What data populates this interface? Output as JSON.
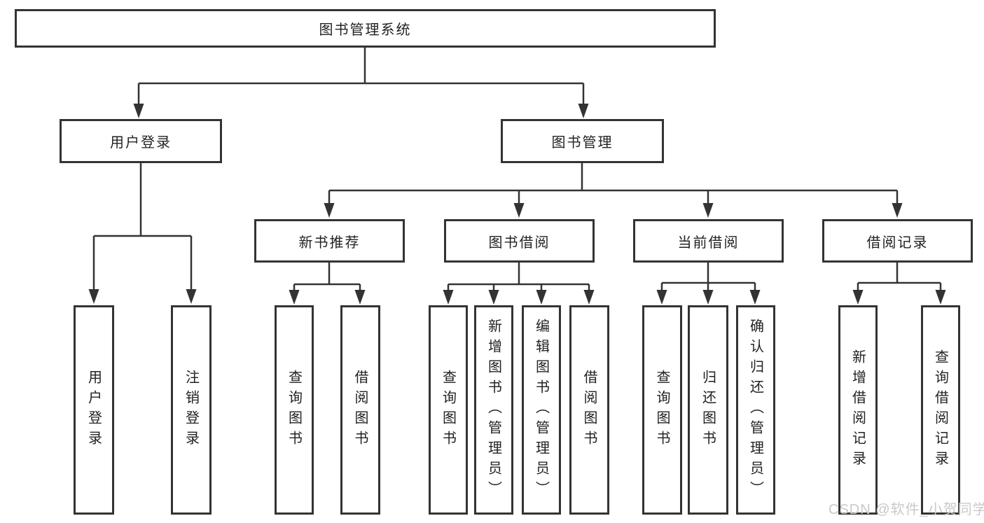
{
  "tree": {
    "root": {
      "label": "图书管理系统"
    },
    "branches": [
      {
        "label": "用户登录",
        "children": [
          {
            "label": "用户登录"
          },
          {
            "label": "注销登录"
          }
        ]
      },
      {
        "label": "图书管理",
        "children": [
          {
            "label": "新书推荐",
            "children": [
              {
                "label": "查询图书"
              },
              {
                "label": "借阅图书"
              }
            ]
          },
          {
            "label": "图书借阅",
            "children": [
              {
                "label": "查询图书"
              },
              {
                "label": "新增图书（管理员）"
              },
              {
                "label": "编辑图书（管理员）"
              },
              {
                "label": "借阅图书"
              }
            ]
          },
          {
            "label": "当前借阅",
            "children": [
              {
                "label": "查询图书"
              },
              {
                "label": "归还图书"
              },
              {
                "label": "确认归还（管理员）"
              }
            ]
          },
          {
            "label": "借阅记录",
            "children": [
              {
                "label": "新增借阅记录"
              },
              {
                "label": "查询借阅记录"
              }
            ]
          }
        ]
      }
    ]
  },
  "watermark": {
    "text": "CSDN @软件_小贺同学"
  },
  "colors": {
    "line": "#333333",
    "border": "#333333",
    "text": "#222222",
    "watermark": "#c9c9c9",
    "background": "#ffffff"
  }
}
